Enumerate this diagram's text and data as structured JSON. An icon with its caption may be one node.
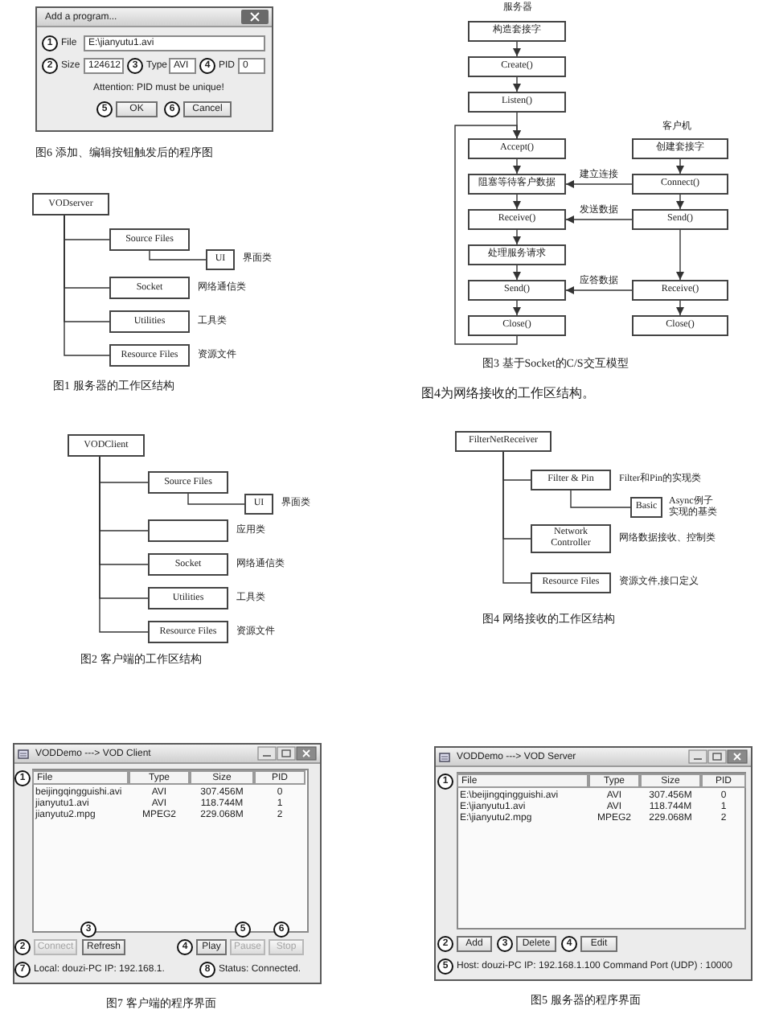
{
  "diagram": {
    "nodes": [
      {
        "text": [
          "VODserver"
        ]
      },
      {
        "text": [
          "Source Files"
        ]
      },
      {
        "text": [
          "UI"
        ],
        "beside": [
          "界面类"
        ]
      },
      {
        "text": [
          "Socket"
        ],
        "beside": [
          "网络通信类"
        ]
      },
      {
        "text": [
          "Utilities"
        ],
        "beside": [
          "工具类"
        ]
      },
      {
        "text": [
          "Resource Files"
        ],
        "beside": [
          "资源文件"
        ]
      },
      {
        "text": [
          "VODClient"
        ]
      },
      {
        "text": [
          "Source Files"
        ]
      },
      {
        "text": [
          "UI"
        ],
        "beside": [
          "界面类"
        ]
      },
      {
        "text": [],
        "shape": "box",
        "beside": [
          "应用类"
        ]
      },
      {
        "text": [
          "Socket"
        ],
        "beside": [
          "网络通信类"
        ]
      },
      {
        "text": [
          "Utilities"
        ],
        "beside": [
          "工具类"
        ]
      },
      {
        "text": [
          "Resource Files"
        ],
        "beside": [
          "资源文件"
        ]
      },
      {
        "text": [
          "构造套接字"
        ]
      },
      {
        "text": [
          "Create()"
        ]
      },
      {
        "text": [
          "Listen()"
        ]
      },
      {
        "text": [
          "Accept()"
        ]
      },
      {
        "text": [
          "阻塞等待客户数据"
        ]
      },
      {
        "text": [
          "Receive()"
        ]
      },
      {
        "text": [
          "处理服务请求"
        ]
      },
      {
        "text": [
          "Send()"
        ]
      },
      {
        "text": [
          "Close()"
        ]
      },
      {
        "text": [
          "创建套接字"
        ]
      },
      {
        "text": [
          "Connect()"
        ]
      },
      {
        "text": [
          "Send()"
        ]
      },
      {
        "text": [
          "Receive()"
        ]
      },
      {
        "text": [
          "Close()"
        ]
      },
      {
        "text": [
          "FilterNetReceiver"
        ]
      },
      {
        "text": [
          "Filter & Pin"
        ],
        "beside": [
          "Filter和Pin的实现类"
        ]
      },
      {
        "text": [
          "Basic"
        ],
        "beside": [
          "Async例子实现的基类"
        ]
      },
      {
        "text": [
          "Network Controller"
        ],
        "beside": [
          "网络数据接收、控制类"
        ]
      },
      {
        "text": [
          "Resource Files"
        ],
        "beside": [
          "资源文件,接口定义"
        ]
      }
    ],
    "edges": [
      {
        "from": 0,
        "to": 1,
        "arrow": "none"
      },
      {
        "from": 1,
        "to": 2,
        "arrow": "none"
      },
      {
        "from": 0,
        "to": 3,
        "arrow": "none"
      },
      {
        "from": 0,
        "to": 4,
        "arrow": "none"
      },
      {
        "from": 0,
        "to": 5,
        "arrow": "none"
      },
      {
        "from": 6,
        "to": 7,
        "arrow": "none"
      },
      {
        "from": 7,
        "to": 8,
        "arrow": "none"
      },
      {
        "from": 6,
        "to": 9,
        "arrow": "none"
      },
      {
        "from": 6,
        "to": 10,
        "arrow": "none"
      },
      {
        "from": 6,
        "to": 11,
        "arrow": "none"
      },
      {
        "from": 6,
        "to": 12,
        "arrow": "none"
      },
      {
        "from": 13,
        "to": 14,
        "arrow": "to"
      },
      {
        "from": 14,
        "to": 15,
        "arrow": "to"
      },
      {
        "from": 15,
        "to": 16,
        "arrow": "to"
      },
      {
        "from": 16,
        "to": 17,
        "arrow": "to"
      },
      {
        "from": 17,
        "to": 18,
        "arrow": "to"
      },
      {
        "from": 18,
        "to": 19,
        "arrow": "to"
      },
      {
        "from": 19,
        "to": 20,
        "arrow": "to"
      },
      {
        "from": 20,
        "to": 21,
        "arrow": "to"
      },
      {
        "from": 21,
        "to": 16,
        "arrow": "to"
      },
      {
        "from": 22,
        "to": 23,
        "arrow": "to"
      },
      {
        "from": 23,
        "to": 24,
        "arrow": "to"
      },
      {
        "from": 24,
        "to": 25,
        "arrow": "to"
      },
      {
        "from": 25,
        "to": 26,
        "arrow": "to"
      },
      {
        "from": 23,
        "to": 17,
        "arrow": "to",
        "label": "建立连接"
      },
      {
        "from": 24,
        "to": 18,
        "arrow": "to",
        "label": "发送数据"
      },
      {
        "from": 25,
        "to": 20,
        "arrow": "to",
        "label": "应答数据"
      },
      {
        "from": 27,
        "to": 28,
        "arrow": "none"
      },
      {
        "from": 28,
        "to": 29,
        "arrow": "none"
      },
      {
        "from": 27,
        "to": 30,
        "arrow": "none"
      },
      {
        "from": 27,
        "to": 31,
        "arrow": "none"
      }
    ],
    "labels": [
      "Add a program...",
      "1",
      "File",
      "E:\\jianyutu1.avi",
      "2",
      "Size",
      "124612",
      "3",
      "Type",
      "AVI",
      "4",
      "PID",
      "0",
      "Attention: PID must be unique!",
      "5",
      "OK",
      "6",
      "Cancel",
      "图6 添加、编辑按钮触发后的程序图",
      "图1 服务器的工作区结构",
      "图2 客户端的工作区结构",
      "VODDemo ---> VOD Client",
      "1",
      "File",
      "Type",
      "Size",
      "PID",
      "beijingqingguishi.avi",
      "AVI",
      "307.456M",
      "0",
      "jianyutu1.avi",
      "AVI",
      "118.744M",
      "1",
      "jianyutu2.mpg",
      "MPEG2",
      "229.068M",
      "2",
      "2",
      "Connect",
      "3",
      "Refresh",
      "4",
      "Play",
      "5",
      "Pause",
      "6",
      "Stop",
      "7",
      "Local: douzi-PC IP: 192.168.1.",
      "8",
      "Status: Connected.",
      "图7 客户端的程序界面",
      "服务器",
      "客户机",
      "图3 基于Socket的C/S交互模型",
      "图4为网络接收的工作区结构。",
      "图4 网络接收的工作区结构",
      "VODDemo ---> VOD Server",
      "1",
      "File",
      "Type",
      "Size",
      "PID",
      "E:\\beijingqingguishi.avi",
      "AVI",
      "307.456M",
      "0",
      "E:\\jianyutu1.avi",
      "AVI",
      "118.744M",
      "1",
      "E:\\jianyutu2.mpg",
      "MPEG2",
      "229.068M",
      "2",
      "2",
      "Add",
      "3",
      "Delete",
      "4",
      "Edit",
      "5",
      "Host: douzi-PC IP: 192.168.1.100 Command Port (UDP) : 10000",
      "图5 服务器的程序界面"
    ]
  }
}
